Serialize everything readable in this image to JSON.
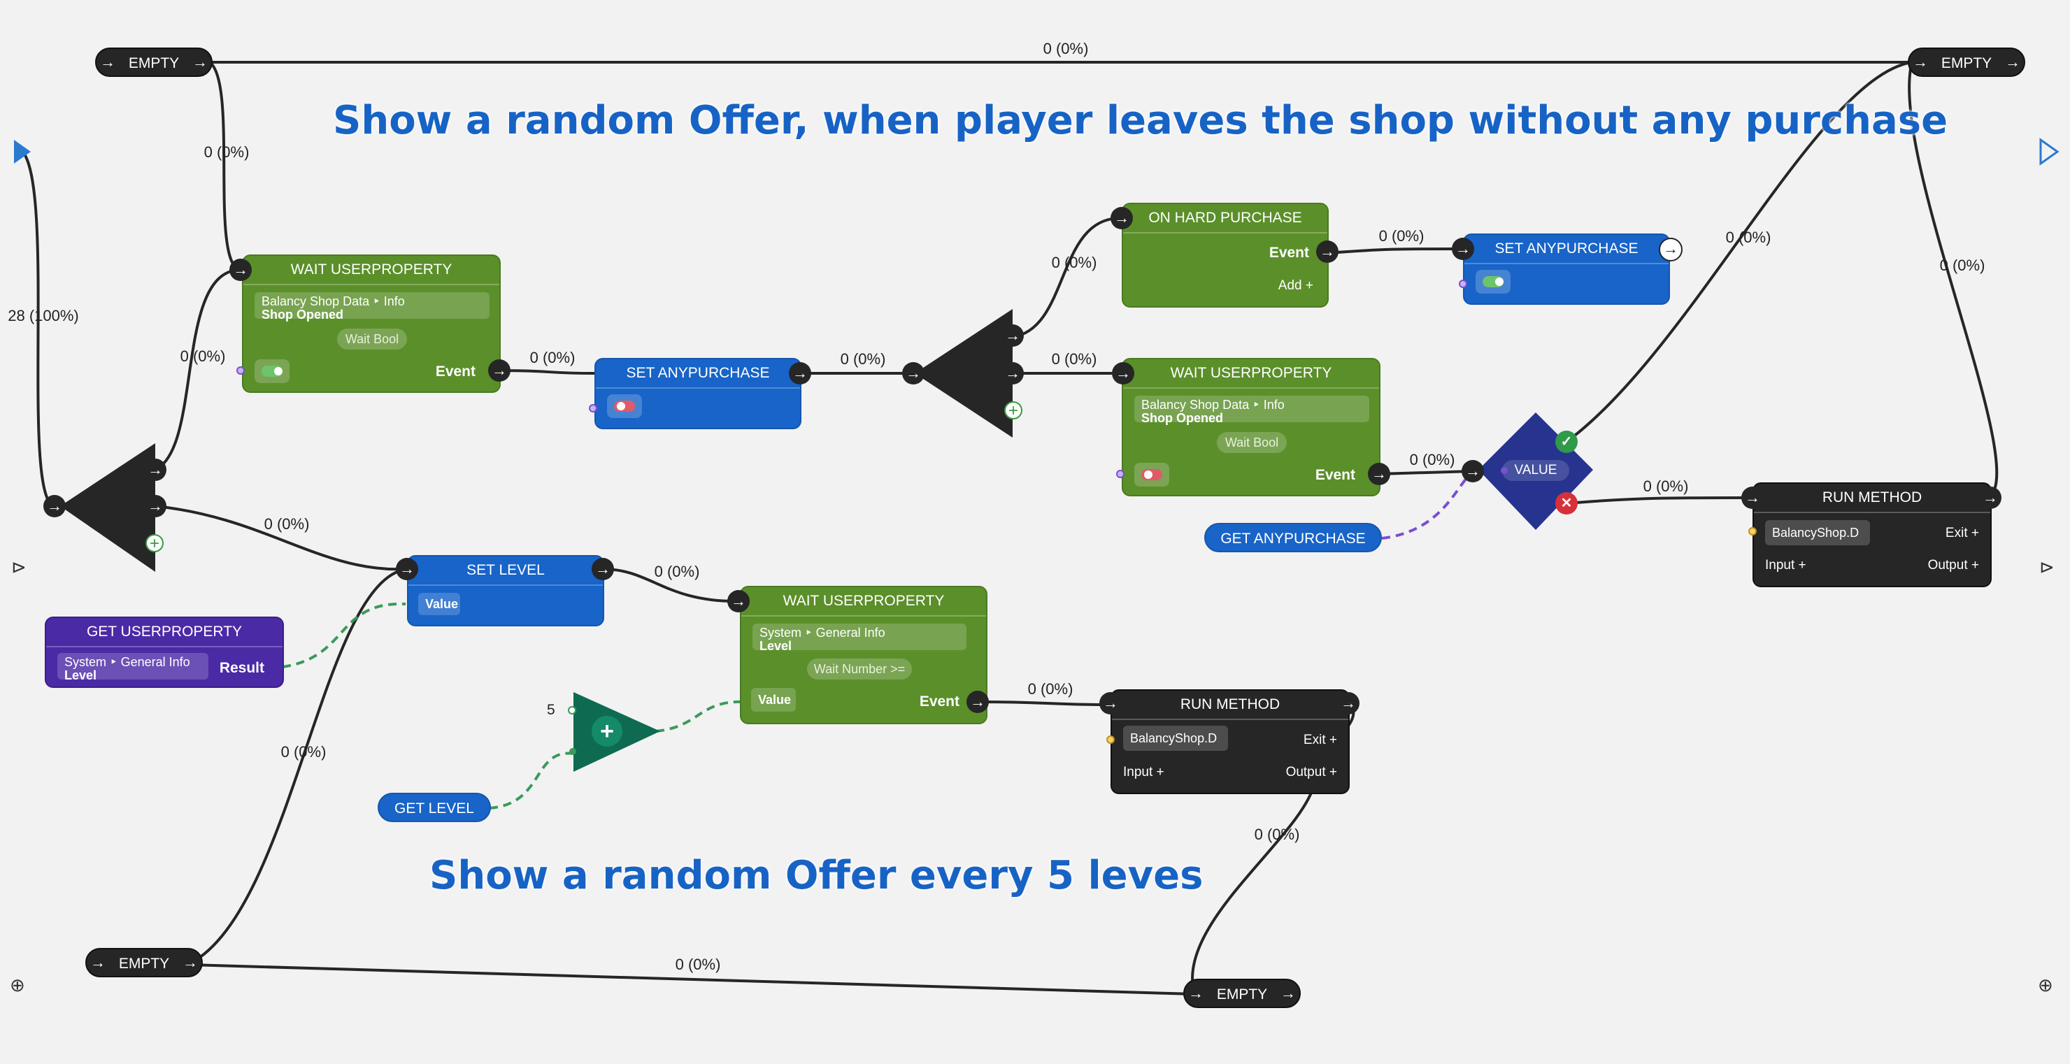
{
  "titles": {
    "top": "Show a random Offer, when player leaves the shop without any purchase",
    "bottom": "Show a random Offer every 5 leves"
  },
  "nodes": {
    "empty_top_left": "EMPTY",
    "empty_top_right": "EMPTY",
    "empty_bottom_left": "EMPTY",
    "empty_bottom_mid": "EMPTY",
    "wait_shop": {
      "title": "WAIT USERPROPERTY",
      "path": "Balancy Shop Data ‣ Info",
      "field": "Shop Opened",
      "mode": "Wait Bool",
      "event": "Event"
    },
    "set_anypurchase_1": {
      "title": "SET ANYPURCHASE"
    },
    "on_hard_purchase": {
      "title": "ON HARD PURCHASE",
      "event": "Event",
      "add": "Add"
    },
    "set_anypurchase_2": {
      "title": "SET ANYPURCHASE"
    },
    "wait_shop_2": {
      "title": "WAIT USERPROPERTY",
      "path": "Balancy Shop Data ‣ Info",
      "field": "Shop Opened",
      "mode": "Wait Bool",
      "event": "Event"
    },
    "value_diamond": "VALUE",
    "get_anypurchase": "GET ANYPURCHASE",
    "run_method_1": {
      "title": "RUN METHOD",
      "method": "BalancyShop.D",
      "exit": "Exit",
      "input": "Input",
      "output": "Output"
    },
    "set_level": {
      "title": "SET LEVEL",
      "value": "Value"
    },
    "get_userproperty": {
      "title": "GET USERPROPERTY",
      "path": "System ‣ General Info",
      "field": "Level",
      "result": "Result"
    },
    "wait_level": {
      "title": "WAIT USERPROPERTY",
      "path": "System ‣ General Info",
      "field": "Level",
      "mode": "Wait Number >=",
      "value": "Value",
      "event": "Event"
    },
    "add_const": "5",
    "get_level": "GET LEVEL",
    "run_method_2": {
      "title": "RUN METHOD",
      "method": "BalancyShop.D",
      "exit": "Exit",
      "input": "Input",
      "output": "Output"
    }
  },
  "edge_labels": {
    "top": "0 (0%)",
    "empty_to_wait": "0 (0%)",
    "start": "28 (100%)",
    "split_to_wait": "0 (0%)",
    "wait_to_set": "0 (0%)",
    "set_to_split": "0 (0%)",
    "split_to_hard": "0 (0%)",
    "split_to_wait2": "0 (0%)",
    "hard_to_set": "0 (0%)",
    "check_to_empty": "0 (0%)",
    "empty_to_run": "0 (0%)",
    "wait2_to_value": "0 (0%)",
    "value_to_run": "0 (0%)",
    "split_to_setlevel": "0 (0%)",
    "setlevel_to_wait": "0 (0%)",
    "wait_to_run2": "0 (0%)",
    "empty_to_setlevel": "0 (0%)",
    "run2_to_empty": "0 (0%)",
    "bottom": "0 (0%)"
  },
  "colors": {
    "green": "#5b8f2a",
    "blue": "#1864c8",
    "dark": "#262626",
    "purple": "#4b2aa6",
    "teal": "#0e6b52",
    "navy": "#26348f",
    "title": "#1763c5"
  }
}
